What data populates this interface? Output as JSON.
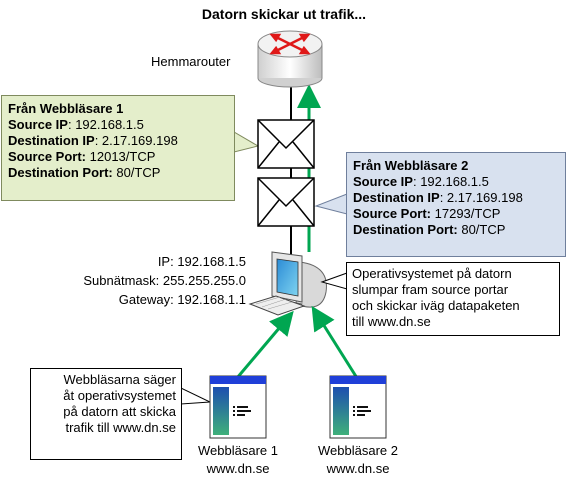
{
  "title": "Datorn skickar ut trafik...",
  "router": {
    "label": "Hemmarouter"
  },
  "packet_1": {
    "heading": "Från Webbläsare 1",
    "source_ip_label": "Source IP",
    "source_ip_value": ": 192.168.1.5",
    "destination_ip_label": "Destination IP",
    "destination_ip_value": ": 2.17.169.198",
    "source_port_label": "Source Port:",
    "source_port_value": " 12013/TCP",
    "destination_port_label": "Destination Port:",
    "destination_port_value": " 80/TCP"
  },
  "packet_2": {
    "heading": "Från Webbläsare 2",
    "source_ip_label": "Source IP",
    "source_ip_value": ": 192.168.1.5",
    "destination_ip_label": "Destination IP",
    "destination_ip_value": ": 2.17.169.198",
    "source_port_label": "Source Port:",
    "source_port_value": " 17293/TCP",
    "destination_port_label": "Destination Port:",
    "destination_port_value": " 80/TCP"
  },
  "computer": {
    "ip": "IP: 192.168.1.5",
    "subnet": "Subnätmask: 255.255.255.0",
    "gateway": "Gateway: 192.168.1.1"
  },
  "os_note": {
    "lines": [
      "Operativsystemet på datorn",
      "slumpar fram source portar",
      "och skickar iväg datapaketen",
      "till www.dn.se"
    ]
  },
  "browser_note": {
    "lines": [
      "Webbläsarna säger",
      "åt operativsystemet",
      "på datorn att skicka",
      "trafik till www.dn.se"
    ]
  },
  "browser_1": {
    "name": "Webbläsare 1",
    "url": "www.dn.se"
  },
  "browser_2": {
    "name": "Webbläsare 2",
    "url": "www.dn.se"
  },
  "colors": {
    "arrow": "#00a651",
    "callout_1": "#e4eecb",
    "callout_2": "#d8e1ef",
    "window_title": "#1f3fd8"
  }
}
